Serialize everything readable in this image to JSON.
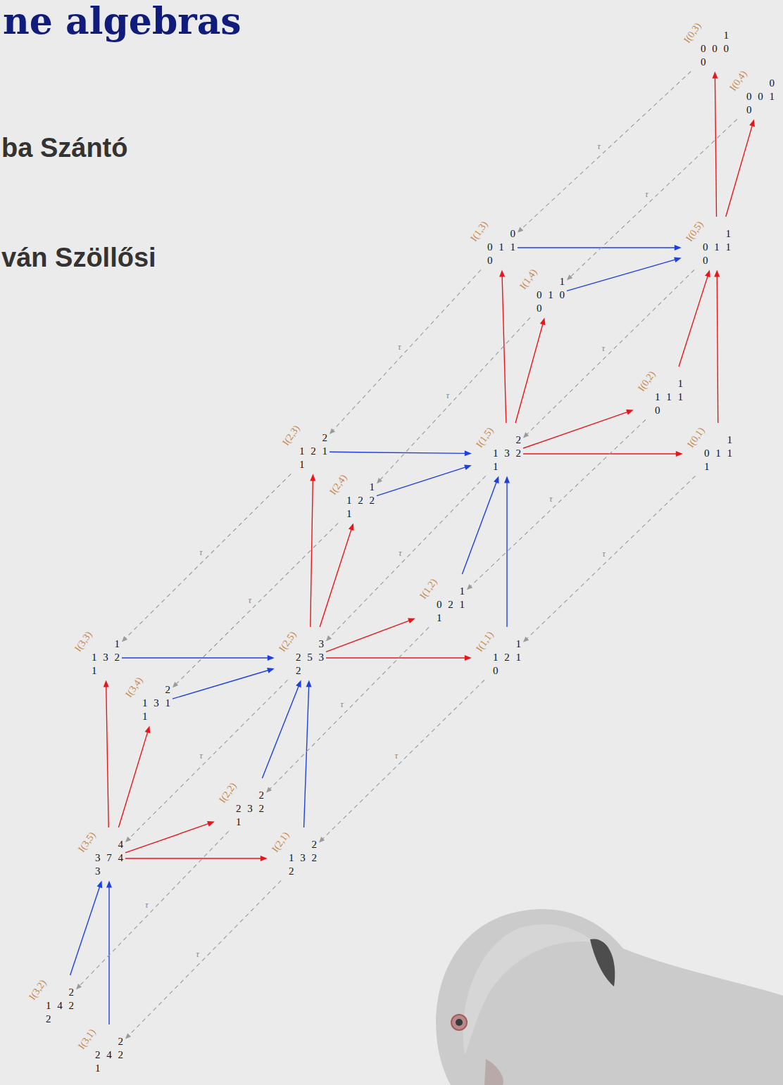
{
  "diagram": {
    "title": "ne algebras",
    "nodes": [
      {
        "text": [
          "I(0,3)",
          "1",
          "0 0 0",
          "0"
        ]
      },
      {
        "text": [
          "I(0,4)",
          "0",
          "0 0 1",
          "0"
        ]
      },
      {
        "text": [
          "I(1,3)",
          "0",
          "0 1 1",
          "0"
        ]
      },
      {
        "text": [
          "I(0,5)",
          "1",
          "0 1 1",
          "0"
        ]
      },
      {
        "text": [
          "I(1,4)",
          "1",
          "0 1 0",
          "0"
        ]
      },
      {
        "text": [
          "I(0,2)",
          "1",
          "1 1 1",
          "0"
        ]
      },
      {
        "text": [
          "I(2,3)",
          "2",
          "1 2 1",
          "1"
        ]
      },
      {
        "text": [
          "I(1,5)",
          "2",
          "1 3 2",
          "1"
        ]
      },
      {
        "text": [
          "I(0,1)",
          "1",
          "0 1 1",
          "1"
        ]
      },
      {
        "text": [
          "I(2,4)",
          "1",
          "1 2 2",
          "1"
        ]
      },
      {
        "text": [
          "I(1,2)",
          "1",
          "0 2 1",
          "1"
        ]
      },
      {
        "text": [
          "I(3,3)",
          "1",
          "1 3 2",
          "1"
        ]
      },
      {
        "text": [
          "I(2,5)",
          "3",
          "2 5 3",
          "2"
        ]
      },
      {
        "text": [
          "I(1,1)",
          "1",
          "1 2 1",
          "0"
        ]
      },
      {
        "text": [
          "I(3,4)",
          "2",
          "1 3 1",
          "1"
        ]
      },
      {
        "text": [
          "I(2,2)",
          "2",
          "2 3 2",
          "1"
        ]
      },
      {
        "text": [
          "I(3,5)",
          "4",
          "3 7 4",
          "3"
        ]
      },
      {
        "text": [
          "I(2,1)",
          "2",
          "1 3 2",
          "2"
        ]
      },
      {
        "text": [
          "I(3,2)",
          "2",
          "1 4 2",
          "2"
        ]
      },
      {
        "text": [
          "I(3,1)",
          "2",
          "2 4 2",
          "1"
        ]
      }
    ],
    "edges": [
      {
        "from": 3,
        "to": 0,
        "arrow": "to"
      },
      {
        "from": 3,
        "to": 1,
        "arrow": "to"
      },
      {
        "from": 2,
        "to": 3,
        "arrow": "to"
      },
      {
        "from": 4,
        "to": 3,
        "arrow": "to"
      },
      {
        "from": 7,
        "to": 2,
        "arrow": "to"
      },
      {
        "from": 7,
        "to": 4,
        "arrow": "to"
      },
      {
        "from": 7,
        "to": 5,
        "arrow": "to"
      },
      {
        "from": 7,
        "to": 8,
        "arrow": "to"
      },
      {
        "from": 5,
        "to": 3,
        "arrow": "to"
      },
      {
        "from": 8,
        "to": 3,
        "arrow": "to"
      },
      {
        "from": 6,
        "to": 7,
        "arrow": "to"
      },
      {
        "from": 9,
        "to": 7,
        "arrow": "to"
      },
      {
        "from": 12,
        "to": 6,
        "arrow": "to"
      },
      {
        "from": 12,
        "to": 9,
        "arrow": "to"
      },
      {
        "from": 12,
        "to": 10,
        "arrow": "to"
      },
      {
        "from": 12,
        "to": 13,
        "arrow": "to"
      },
      {
        "from": 10,
        "to": 7,
        "arrow": "to"
      },
      {
        "from": 13,
        "to": 7,
        "arrow": "to"
      },
      {
        "from": 16,
        "to": 11,
        "arrow": "to"
      },
      {
        "from": 16,
        "to": 14,
        "arrow": "to"
      },
      {
        "from": 11,
        "to": 12,
        "arrow": "to"
      },
      {
        "from": 14,
        "to": 12,
        "arrow": "to"
      },
      {
        "from": 16,
        "to": 15,
        "arrow": "to"
      },
      {
        "from": 16,
        "to": 17,
        "arrow": "to"
      },
      {
        "from": 15,
        "to": 12,
        "arrow": "to"
      },
      {
        "from": 17,
        "to": 12,
        "arrow": "to"
      },
      {
        "from": 18,
        "to": 16,
        "arrow": "to"
      },
      {
        "from": 19,
        "to": 16,
        "arrow": "to"
      },
      {
        "from": 0,
        "to": 2,
        "label": "τ",
        "arrow": "to"
      },
      {
        "from": 1,
        "to": 4,
        "label": "τ",
        "arrow": "to"
      },
      {
        "from": 3,
        "to": 7,
        "label": "τ",
        "arrow": "to"
      },
      {
        "from": 5,
        "to": 10,
        "label": "τ",
        "arrow": "to"
      },
      {
        "from": 8,
        "to": 13,
        "label": "τ",
        "arrow": "to"
      },
      {
        "from": 2,
        "to": 6,
        "label": "τ",
        "arrow": "to"
      },
      {
        "from": 4,
        "to": 9,
        "label": "τ",
        "arrow": "to"
      },
      {
        "from": 7,
        "to": 12,
        "label": "τ",
        "arrow": "to"
      },
      {
        "from": 10,
        "to": 15,
        "label": "τ",
        "arrow": "to"
      },
      {
        "from": 13,
        "to": 17,
        "label": "τ",
        "arrow": "to"
      },
      {
        "from": 6,
        "to": 11,
        "label": "τ",
        "arrow": "to"
      },
      {
        "from": 9,
        "to": 14,
        "label": "τ",
        "arrow": "to"
      },
      {
        "from": 12,
        "to": 16,
        "label": "τ",
        "arrow": "to"
      },
      {
        "from": 15,
        "to": 18,
        "label": "τ",
        "arrow": "to"
      },
      {
        "from": 17,
        "to": 19,
        "label": "τ",
        "arrow": "to"
      }
    ],
    "labels": [
      "ba Szántó",
      "ván Szöllősi"
    ]
  }
}
